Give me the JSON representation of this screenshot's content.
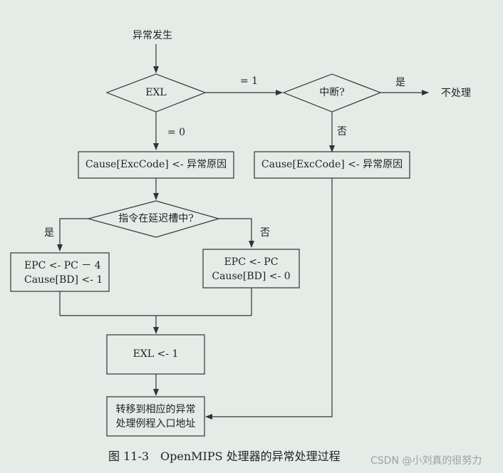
{
  "diagram": {
    "start": "异常发生",
    "exl_decision": "EXL",
    "edge_exl_eq1": "= 1",
    "edge_exl_eq0": "= 0",
    "interrupt_decision": "中断?",
    "edge_interrupt_yes": "是",
    "no_handling": "不处理",
    "edge_interrupt_no": "否",
    "cause_left": "Cause[ExcCode] <- 异常原因",
    "cause_right": "Cause[ExcCode] <- 异常原因",
    "delay_slot_decision": "指令在延迟槽中?",
    "edge_delay_yes": "是",
    "edge_delay_no": "否",
    "epc_yes_line1": "EPC <- PC － 4",
    "epc_yes_line2": "Cause[BD] <- 1",
    "epc_no_line1": "EPC <- PC",
    "epc_no_line2": "Cause[BD] <- 0",
    "exl_set": "EXL <- 1",
    "jump_line1": "转移到相应的异常",
    "jump_line2": "处理例程入口地址"
  },
  "caption": "图 11-3　OpenMIPS 处理器的异常处理过程",
  "watermark": "CSDN @小刘真的很努力",
  "colors": {
    "background": "#e4ece8",
    "stroke": "#333333",
    "text": "#222222"
  }
}
